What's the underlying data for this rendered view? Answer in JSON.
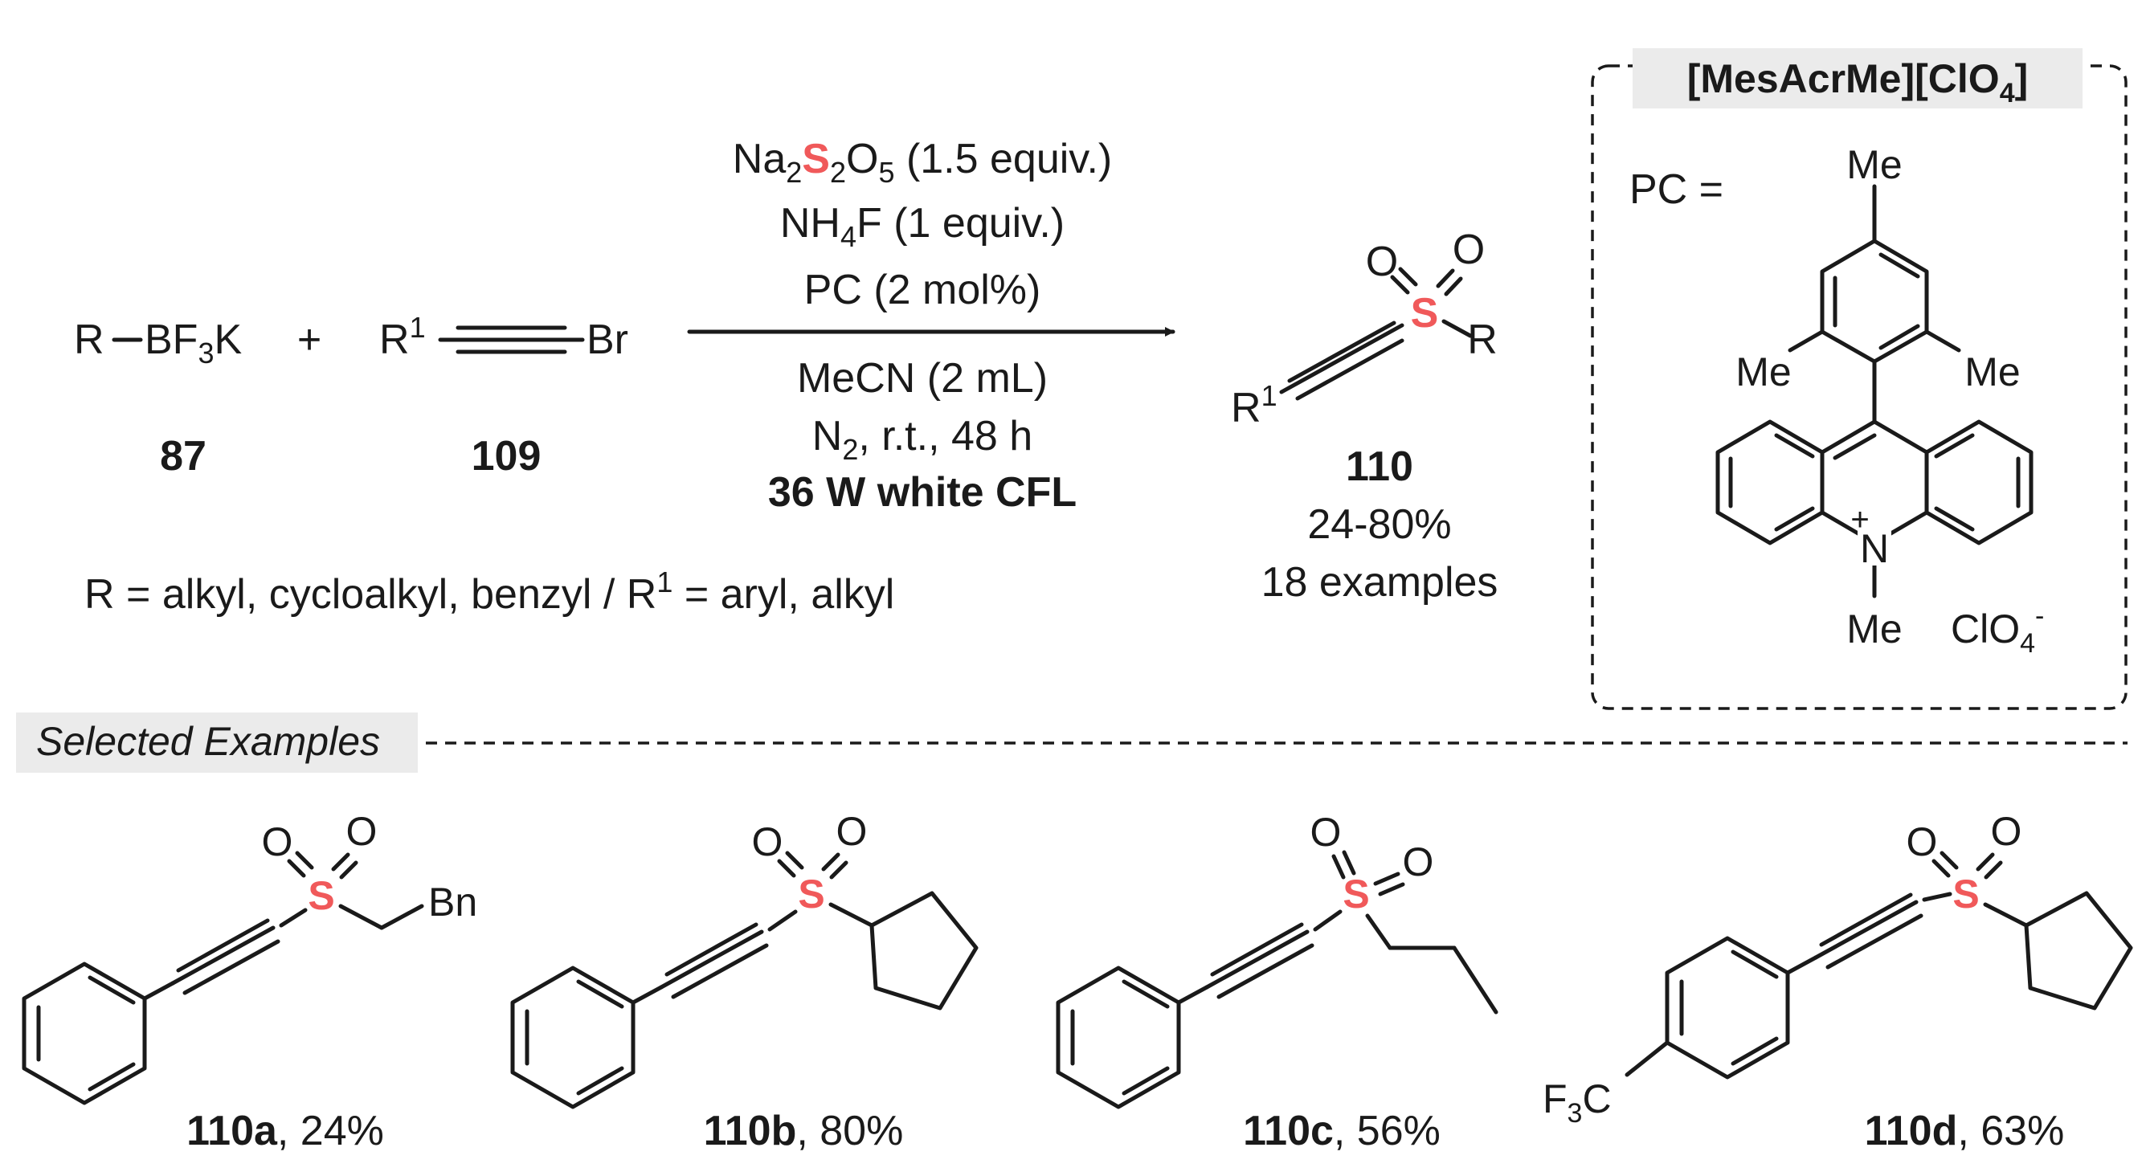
{
  "colors": {
    "sulfur": "#f0595a",
    "ink": "#1a1a1a",
    "label_bg": "#ebebeb"
  },
  "reactant1": {
    "r": "R",
    "bf3k_pre": "BF",
    "bf3k_sub": "3",
    "bf3k_post": "K",
    "id": "87"
  },
  "plus": "+",
  "reactant2": {
    "r": "R",
    "r_sup": "1",
    "br": "Br",
    "id": "109"
  },
  "conditions": {
    "line1_a": "Na",
    "line1_sub1": "2",
    "line1_s": "S",
    "line1_sub2": "2",
    "line1_b": "O",
    "line1_sub3": "5",
    "line1_c": " (1.5 equiv.)",
    "line2_a": "NH",
    "line2_sub": "4",
    "line2_b": "F (1 equiv.)",
    "line3": "PC (2 mol%)",
    "line4": "MeCN (2 mL)",
    "line5_a": "N",
    "line5_sub": "2",
    "line5_b": ", r.t., 48 h",
    "line6": "36 W white CFL"
  },
  "product": {
    "o1": "O",
    "o2": "O",
    "s": "S",
    "r": "R",
    "r1": "R",
    "r1_sup": "1",
    "id": "110",
    "yield_range": "24-80%",
    "examples": "18 examples"
  },
  "scope_note": {
    "a": "R = alkyl, cycloalkyl, benzyl / R",
    "sup": "1",
    "b": " = aryl, alkyl"
  },
  "catalyst_box": {
    "title_a": "[MesAcrMe][ClO",
    "title_sub": "4",
    "title_b": "]",
    "pc_label": "PC =",
    "me_top": "Me",
    "me_left": "Me",
    "me_right": "Me",
    "me_n": "Me",
    "n": "N",
    "plus": "+",
    "counterion_a": "ClO",
    "counterion_sub": "4",
    "counterion_sup": "-"
  },
  "selected_label": "Selected Examples",
  "examples": [
    {
      "id": "110a",
      "yield": ", 24%",
      "substituent": "Bn"
    },
    {
      "id": "110b",
      "yield": ", 80%"
    },
    {
      "id": "110c",
      "yield": ", 56%"
    },
    {
      "id": "110d",
      "yield": ", 63%",
      "cf3_pre": "F",
      "cf3_sub": "3",
      "cf3_post": "C"
    }
  ]
}
